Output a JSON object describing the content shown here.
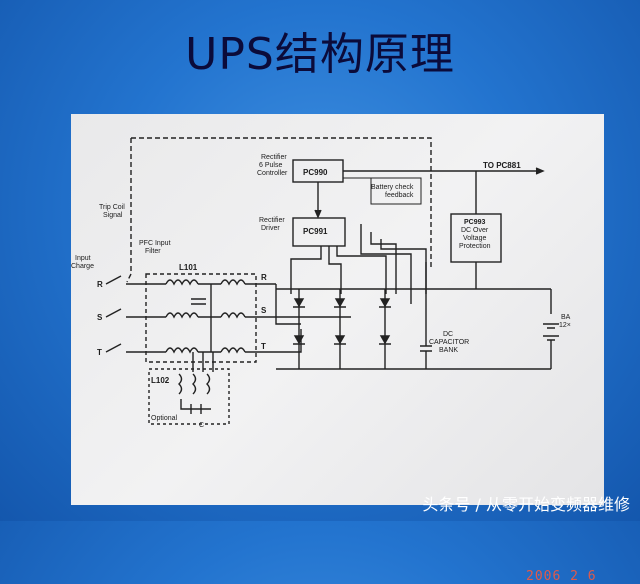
{
  "title": "UPS结构原理",
  "diagram": {
    "labels": {
      "rectifier_controller": "Rectifier\n6 Pulse\nController",
      "pc990": "PC990",
      "to_pc881": "TO PC881",
      "battery_check": "Battery check\nfeedback",
      "trip_coil": "Trip Coil\nSignal",
      "pfc_filter": "PFC Input\nFilter",
      "input_charge": "Input\nCharge",
      "rectifier_driver": "Rectifier\nDriver",
      "pc991": "PC991",
      "pc993": "PC993\nDC Over\nVoltage\nProtection",
      "l101": "L101",
      "l102": "L102",
      "c": "C",
      "optional": "Optional",
      "dc_cap_bank": "DC\nCAPACITOR\nBANK",
      "battery": "BA\n12×",
      "phase_r": "R",
      "phase_s": "S",
      "phase_t": "T",
      "out_r": "R",
      "out_s": "S",
      "out_t": "T"
    }
  },
  "photo_date": "2006  2  6",
  "watermark": "头条号 / 从零开始变频器维修"
}
